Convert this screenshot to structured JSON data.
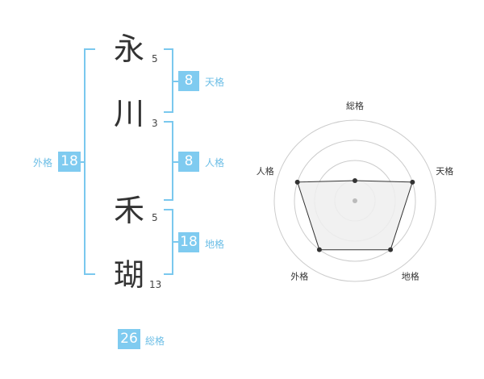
{
  "name": {
    "chars": [
      {
        "char": "永",
        "strokes": "5"
      },
      {
        "char": "川",
        "strokes": "3"
      },
      {
        "char": "禾",
        "strokes": "5"
      },
      {
        "char": "瑚",
        "strokes": "13"
      }
    ]
  },
  "kaku": {
    "tenkaku": {
      "value": "8",
      "label": "天格"
    },
    "jinkaku": {
      "value": "8",
      "label": "人格"
    },
    "chikaku": {
      "value": "18",
      "label": "地格"
    },
    "gaikaku": {
      "value": "18",
      "label": "外格"
    },
    "soukaku": {
      "value": "26",
      "label": "総格"
    }
  },
  "chart_data": {
    "type": "radar",
    "axes": [
      "総格",
      "天格",
      "地格",
      "外格",
      "人格"
    ],
    "rings": 4,
    "values": [
      0.25,
      0.75,
      0.75,
      0.75,
      0.75
    ],
    "colors": {
      "fill": "#eeeeee",
      "line": "#333333",
      "ring": "#cccccc",
      "center": "#bbbbbb"
    }
  },
  "colors": {
    "accent": "#7fcbf0",
    "label": "#6cbee6",
    "bracket": "#7ac8ee"
  }
}
